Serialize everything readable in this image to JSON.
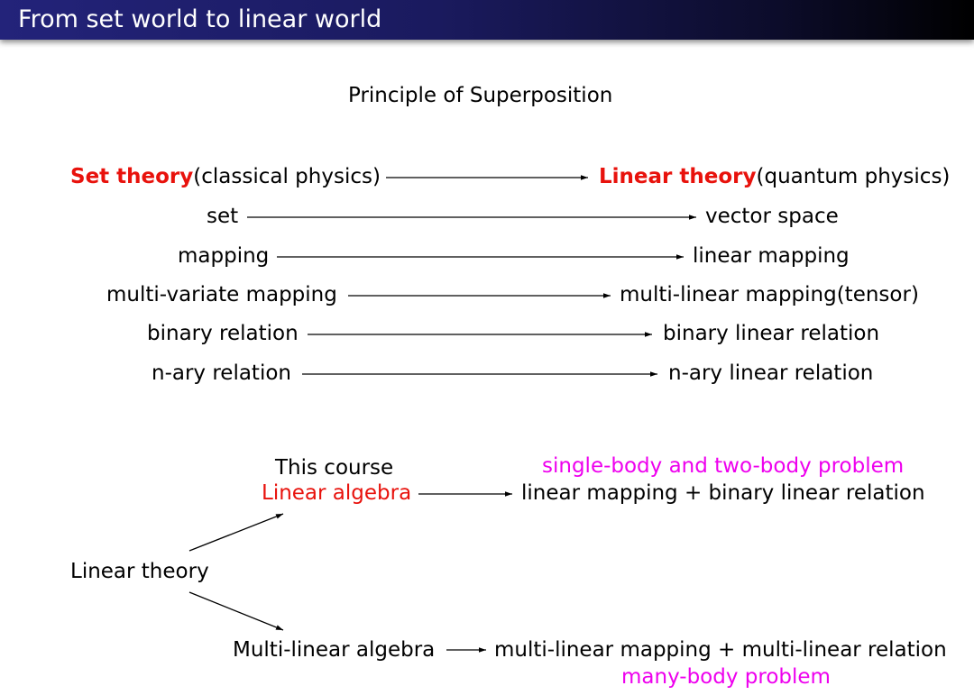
{
  "slide": {
    "title": "From set world to linear world"
  },
  "principle": "Principle of Superposition",
  "rows": [
    {
      "left_bold": "Set theory",
      "left": "(classical physics)",
      "right_bold": "Linear theory",
      "right": "(quantum physics)"
    },
    {
      "left": "set",
      "right": "vector space"
    },
    {
      "left": "mapping",
      "right": "linear mapping"
    },
    {
      "left": "multi-variate mapping",
      "right": "multi-linear mapping(tensor)"
    },
    {
      "left": "binary relation",
      "right": "binary linear relation"
    },
    {
      "left": "n-ary relation",
      "right": "n-ary linear relation"
    }
  ],
  "diagram": {
    "root": "Linear theory",
    "course_label": "This course",
    "upper": {
      "name": "Linear algebra",
      "note": "single-body and two-body problem",
      "result": "linear mapping + binary linear relation"
    },
    "lower": {
      "name": "Multi-linear algebra",
      "result": "multi-linear mapping + multi-linear relation",
      "note": "many-body problem"
    }
  },
  "colors": {
    "highlight": "#e8120c",
    "note": "#ee00ee",
    "title_bar": "#1a1a5e"
  }
}
